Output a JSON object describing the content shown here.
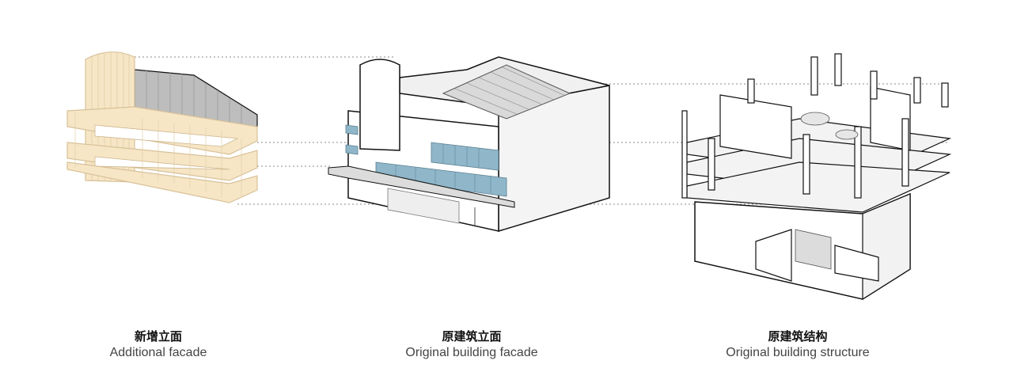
{
  "captions": [
    {
      "zh": "新增立面",
      "en": "Additional facade"
    },
    {
      "zh": "原建筑立面",
      "en": "Original building facade"
    },
    {
      "zh": "原建筑结构",
      "en": "Original building structure"
    }
  ],
  "colors": {
    "facade_fill": "#f6e6c6",
    "facade_stroke": "#d8c198",
    "roof_grey": "#b9b9b9",
    "wall_white": "#ffffff",
    "wall_shade": "#ececec",
    "glass": "#8fb7c9",
    "outline": "#111111",
    "guide": "#777777"
  }
}
